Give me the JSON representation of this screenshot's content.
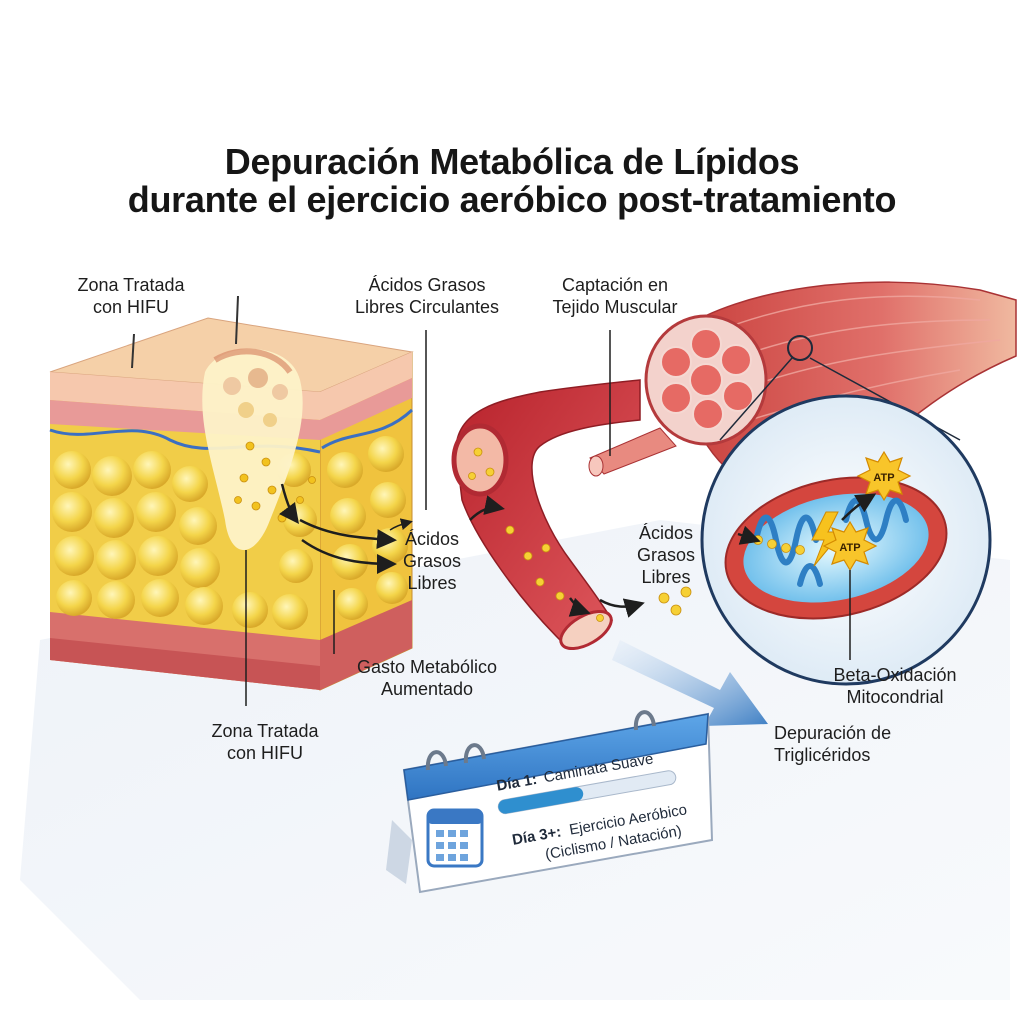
{
  "title": {
    "line1": "Depuración Metabólica de Lípidos",
    "line2": "durante el ejercicio aeróbico post-tratamiento"
  },
  "labels": {
    "zona_top_1": "Zona Tratada",
    "zona_top_2": "con HIFU",
    "afl_circ_1": "Ácidos Grasos",
    "afl_circ_2": "Libres Circulantes",
    "captacion_1": "Captación en",
    "captacion_2": "Tejido Muscular",
    "afl_mid_1": "Ácidos",
    "afl_mid_2": "Grasos",
    "afl_mid_3": "Libres",
    "afl_right_1": "Ácidos",
    "afl_right_2": "Grasos",
    "afl_right_3": "Libres",
    "gasto_1": "Gasto Metabólico",
    "gasto_2": "Aumentado",
    "zona_bottom_1": "Zona Tratada",
    "zona_bottom_2": "con HIFU",
    "beta_1": "Beta-Oxidación",
    "beta_2": "Mitocondrial",
    "depuracion_1": "Depuración de",
    "depuracion_2": "Triglicéridos",
    "atp_1": "ATP",
    "atp_2": "ATP"
  },
  "calendar": {
    "day1_label": "Día 1:",
    "day1_text": "Caminata Suave",
    "day3_label": "Día 3+:",
    "day3_text": "Ejercicio Aeróbico",
    "day3_sub": "(Ciclismo / Natación)"
  },
  "colors": {
    "fat_yellow": "#f5d64a",
    "skin": "#f3c79a",
    "muscle_red": "#d9534f",
    "vessel_red": "#c8323a",
    "mito_blue": "#2e7fc4",
    "arrow_blue": "#3b82c8"
  }
}
